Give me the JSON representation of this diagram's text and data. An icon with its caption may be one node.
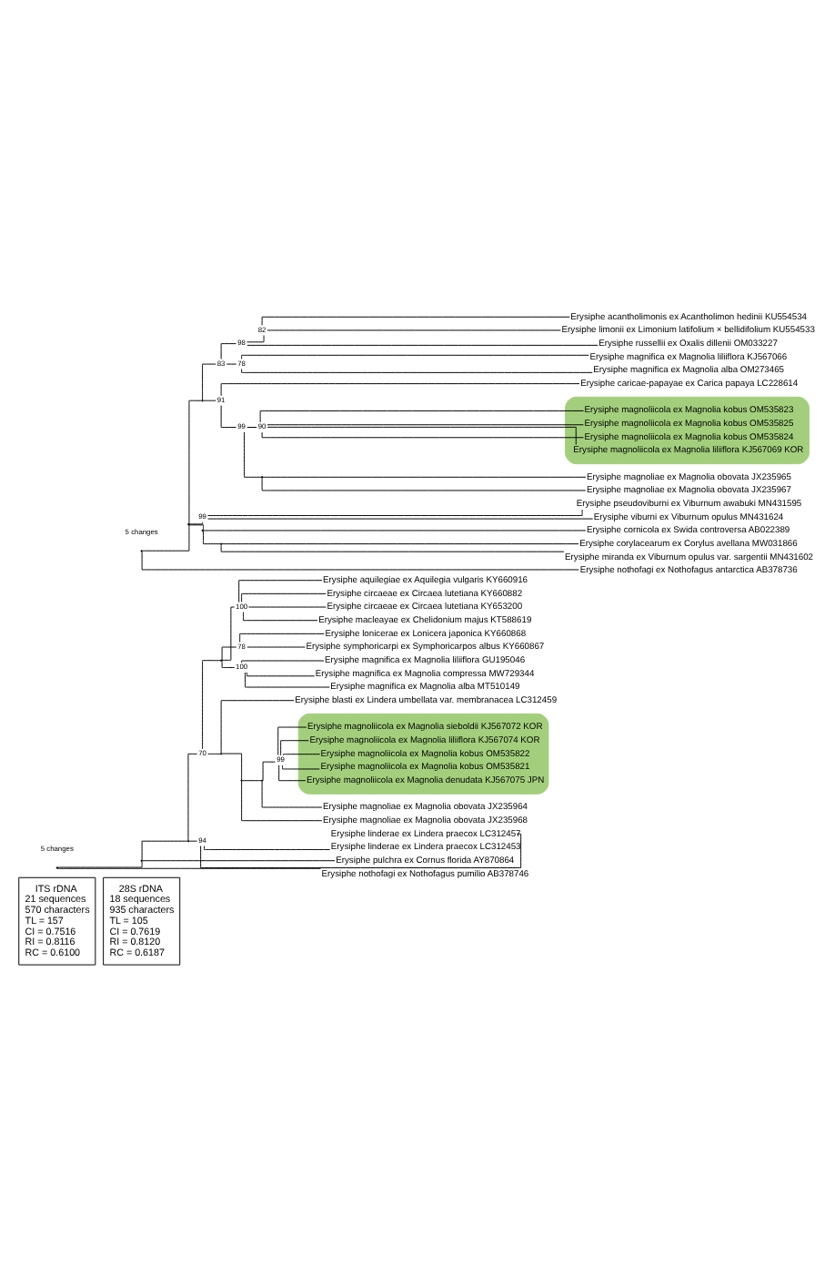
{
  "diagram": {
    "nodes": [
      {
        "text": [
          "ITS rDNA",
          "21 sequences",
          "570 characters",
          "TL = 157",
          "CI = 0.7516",
          "RI = 0.8116",
          "RC = 0.6100"
        ]
      },
      {
        "text": [],
        "shape": "point"
      },
      {
        "text": [],
        "shape": "point"
      },
      {
        "text": [],
        "shape": "point"
      },
      {
        "text": [
          "70"
        ]
      },
      {
        "text": [],
        "shape": "point"
      },
      {
        "text": [
          "100"
        ]
      },
      {
        "text": [
          "Erysiphe aquilegiae ex Aquilegia vulgaris KY660916"
        ]
      },
      {
        "text": [
          "Erysiphe circaeae ex Circaea lutetiana KY660882"
        ]
      },
      {
        "text": [
          "Erysiphe circaeae ex Circaea lutetiana KY653200"
        ]
      },
      {
        "text": [
          "Erysiphe macleayae ex Chelidonium majus KT588619"
        ]
      },
      {
        "text": [
          "78"
        ]
      },
      {
        "text": [
          "Erysiphe lonicerae ex Lonicera japonica KY660868"
        ]
      },
      {
        "text": [
          "Erysiphe symphoricarpi ex Symphoricarpos albus KY660867"
        ]
      },
      {
        "text": [
          "100"
        ]
      },
      {
        "text": [
          "Erysiphe magnifica ex Magnolia liliiflora GU195046"
        ]
      },
      {
        "text": [
          "Erysiphe magnifica ex Magnolia compressa MW729344"
        ]
      },
      {
        "text": [
          "Erysiphe magnifica ex Magnolia alba MT510149"
        ]
      },
      {
        "text": [],
        "shape": "point"
      },
      {
        "text": [
          "Erysiphe blasti ex Lindera umbellata var. membranacea LC312459"
        ]
      },
      {
        "text": [],
        "shape": "point"
      },
      {
        "text": [],
        "shape": "point"
      },
      {
        "text": [
          "99"
        ]
      },
      {
        "text": [],
        "shape": "box"
      },
      {
        "text": [
          "Erysiphe magnoliicola ex Magnolia sieboldii KJ567072 KOR"
        ],
        "in": 23
      },
      {
        "text": [
          "Erysiphe magnoliicola ex Magnolia liliiflora KJ567074 KOR"
        ],
        "in": 23
      },
      {
        "text": [
          "Erysiphe magnoliicola ex Magnolia kobus OM535822"
        ],
        "in": 23
      },
      {
        "text": [
          "Erysiphe magnoliicola ex Magnolia kobus OM535821"
        ],
        "in": 23
      },
      {
        "text": [
          "Erysiphe magnoliicola ex Magnolia denudata KJ567075 JPN"
        ],
        "in": 23
      },
      {
        "text": [
          "Erysiphe magnoliae ex Magnolia obovata JX235964"
        ]
      },
      {
        "text": [
          "Erysiphe magnoliae ex Magnolia obovata JX235968"
        ]
      },
      {
        "text": [
          "94"
        ]
      },
      {
        "text": [
          "Erysiphe linderae ex Lindera praecox LC312457"
        ]
      },
      {
        "text": [
          "Erysiphe linderae ex Lindera praecox LC312453"
        ]
      },
      {
        "text": [
          "Erysiphe pulchra ex Cornus florida AY870864"
        ]
      },
      {
        "text": [
          "Erysiphe nothofagi ex Nothofagus pumilio AB378746"
        ]
      },
      {
        "text": [
          "28S rDNA",
          "18 sequences",
          "935 characters",
          "TL = 105",
          "CI = 0.7619",
          "RI = 0.8120",
          "RC = 0.6187"
        ]
      },
      {
        "text": [],
        "shape": "point"
      },
      {
        "text": [],
        "shape": "point"
      },
      {
        "text": [],
        "shape": "point"
      },
      {
        "text": [
          "83"
        ]
      },
      {
        "text": [
          "98"
        ]
      },
      {
        "text": [
          "82"
        ]
      },
      {
        "text": [
          "Erysiphe acantholimonis ex Acantholimon hedinii KU554534"
        ]
      },
      {
        "text": [
          "Erysiphe limonii ex Limonium latifolium × bellidifolium KU554533"
        ]
      },
      {
        "text": [
          "Erysiphe russellii ex Oxalis dillenii OM033227"
        ]
      },
      {
        "text": [
          "78"
        ]
      },
      {
        "text": [
          "Erysiphe magnifica ex Magnolia liliiflora KJ567066"
        ]
      },
      {
        "text": [
          "Erysiphe magnifica ex Magnolia alba OM273465"
        ]
      },
      {
        "text": [
          "91"
        ]
      },
      {
        "text": [
          "Erysiphe caricae-papayae ex Carica papaya LC228614"
        ]
      },
      {
        "text": [
          "99"
        ]
      },
      {
        "text": [
          "90"
        ]
      },
      {
        "text": [],
        "shape": "box"
      },
      {
        "text": [
          "Erysiphe magnoliicola ex Magnolia kobus OM535823"
        ],
        "in": 53
      },
      {
        "text": [
          "Erysiphe magnoliicola ex Magnolia kobus OM535825"
        ],
        "in": 53
      },
      {
        "text": [
          "Erysiphe magnoliicola ex Magnolia kobus OM535824"
        ],
        "in": 53
      },
      {
        "text": [
          "Erysiphe magnoliicola ex Magnolia liliiflora KJ567069 KOR"
        ],
        "in": 53
      },
      {
        "text": [],
        "shape": "point"
      },
      {
        "text": [
          "Erysiphe magnoliae ex Magnolia obovata JX235965"
        ]
      },
      {
        "text": [
          "Erysiphe magnoliae ex Magnolia obovata JX235967"
        ]
      },
      {
        "text": [
          "99"
        ]
      },
      {
        "text": [
          "Erysiphe pseudoviburni ex Viburnum awabuki MN431595"
        ]
      },
      {
        "text": [
          "Erysiphe viburni ex Viburnum opulus MN431624"
        ]
      },
      {
        "text": [],
        "shape": "point"
      },
      {
        "text": [
          "Erysiphe cornicola ex Swida controversa AB022389"
        ]
      },
      {
        "text": [],
        "shape": "point"
      },
      {
        "text": [
          "Erysiphe corylacearum ex Corylus avellana MW031866"
        ]
      },
      {
        "text": [
          "Erysiphe miranda ex Viburnum opulus var. sargentii MN431602"
        ]
      },
      {
        "text": [
          "Erysiphe nothofagi ex Nothofagus antarctica AB378736"
        ]
      }
    ],
    "edges": [
      {
        "from": 1,
        "to": 2,
        "arrow": "none"
      },
      {
        "from": 1,
        "to": 35,
        "arrow": "none"
      },
      {
        "from": 2,
        "to": 3,
        "arrow": "none"
      },
      {
        "from": 2,
        "to": 34,
        "arrow": "none"
      },
      {
        "from": 3,
        "to": 4,
        "arrow": "none"
      },
      {
        "from": 3,
        "to": 31,
        "arrow": "none"
      },
      {
        "from": 4,
        "to": 5,
        "arrow": "none"
      },
      {
        "from": 4,
        "to": 18,
        "arrow": "none"
      },
      {
        "from": 5,
        "to": 6,
        "arrow": "none"
      },
      {
        "from": 5,
        "to": 11,
        "arrow": "none"
      },
      {
        "from": 5,
        "to": 14,
        "arrow": "none"
      },
      {
        "from": 6,
        "to": 7,
        "arrow": "none"
      },
      {
        "from": 6,
        "to": 8,
        "arrow": "none"
      },
      {
        "from": 6,
        "to": 9,
        "arrow": "none"
      },
      {
        "from": 6,
        "to": 10,
        "arrow": "none"
      },
      {
        "from": 11,
        "to": 12,
        "arrow": "none"
      },
      {
        "from": 11,
        "to": 13,
        "arrow": "none"
      },
      {
        "from": 14,
        "to": 15,
        "arrow": "none"
      },
      {
        "from": 14,
        "to": 16,
        "arrow": "none"
      },
      {
        "from": 14,
        "to": 17,
        "arrow": "none"
      },
      {
        "from": 18,
        "to": 19,
        "arrow": "none"
      },
      {
        "from": 18,
        "to": 20,
        "arrow": "none"
      },
      {
        "from": 20,
        "to": 21,
        "arrow": "none"
      },
      {
        "from": 20,
        "to": 30,
        "arrow": "none"
      },
      {
        "from": 21,
        "to": 22,
        "arrow": "none"
      },
      {
        "from": 21,
        "to": 29,
        "arrow": "none"
      },
      {
        "from": 22,
        "to": 24,
        "arrow": "none"
      },
      {
        "from": 22,
        "to": 25,
        "arrow": "none"
      },
      {
        "from": 22,
        "to": 26,
        "arrow": "none"
      },
      {
        "from": 22,
        "to": 27,
        "arrow": "none"
      },
      {
        "from": 22,
        "to": 28,
        "arrow": "none"
      },
      {
        "from": 31,
        "to": 32,
        "arrow": "none"
      },
      {
        "from": 31,
        "to": 33,
        "arrow": "none"
      },
      {
        "from": 37,
        "to": 38,
        "arrow": "none"
      },
      {
        "from": 37,
        "to": 69,
        "arrow": "none"
      },
      {
        "from": 38,
        "to": 39,
        "arrow": "none"
      },
      {
        "from": 38,
        "to": 61,
        "arrow": "none"
      },
      {
        "from": 38,
        "to": 64,
        "arrow": "none"
      },
      {
        "from": 39,
        "to": 40,
        "arrow": "none"
      },
      {
        "from": 39,
        "to": 49,
        "arrow": "none"
      },
      {
        "from": 40,
        "to": 41,
        "arrow": "none"
      },
      {
        "from": 40,
        "to": 46,
        "arrow": "none"
      },
      {
        "from": 41,
        "to": 42,
        "arrow": "none"
      },
      {
        "from": 41,
        "to": 45,
        "arrow": "none"
      },
      {
        "from": 42,
        "to": 43,
        "arrow": "none"
      },
      {
        "from": 42,
        "to": 44,
        "arrow": "none"
      },
      {
        "from": 46,
        "to": 47,
        "arrow": "none"
      },
      {
        "from": 46,
        "to": 48,
        "arrow": "none"
      },
      {
        "from": 49,
        "to": 50,
        "arrow": "none"
      },
      {
        "from": 49,
        "to": 51,
        "arrow": "none"
      },
      {
        "from": 51,
        "to": 52,
        "arrow": "none"
      },
      {
        "from": 51,
        "to": 58,
        "arrow": "none"
      },
      {
        "from": 52,
        "to": 54,
        "arrow": "none"
      },
      {
        "from": 52,
        "to": 55,
        "arrow": "none"
      },
      {
        "from": 52,
        "to": 56,
        "arrow": "none"
      },
      {
        "from": 52,
        "to": 57,
        "arrow": "none"
      },
      {
        "from": 58,
        "to": 59,
        "arrow": "none"
      },
      {
        "from": 58,
        "to": 60,
        "arrow": "none"
      },
      {
        "from": 61,
        "to": 62,
        "arrow": "none"
      },
      {
        "from": 61,
        "to": 63,
        "arrow": "none"
      },
      {
        "from": 64,
        "to": 65,
        "arrow": "none"
      },
      {
        "from": 64,
        "to": 66,
        "arrow": "none"
      },
      {
        "from": 66,
        "to": 67,
        "arrow": "none"
      },
      {
        "from": 66,
        "to": 68,
        "arrow": "none"
      }
    ],
    "labels": [
      "5 changes",
      "5 changes"
    ]
  }
}
